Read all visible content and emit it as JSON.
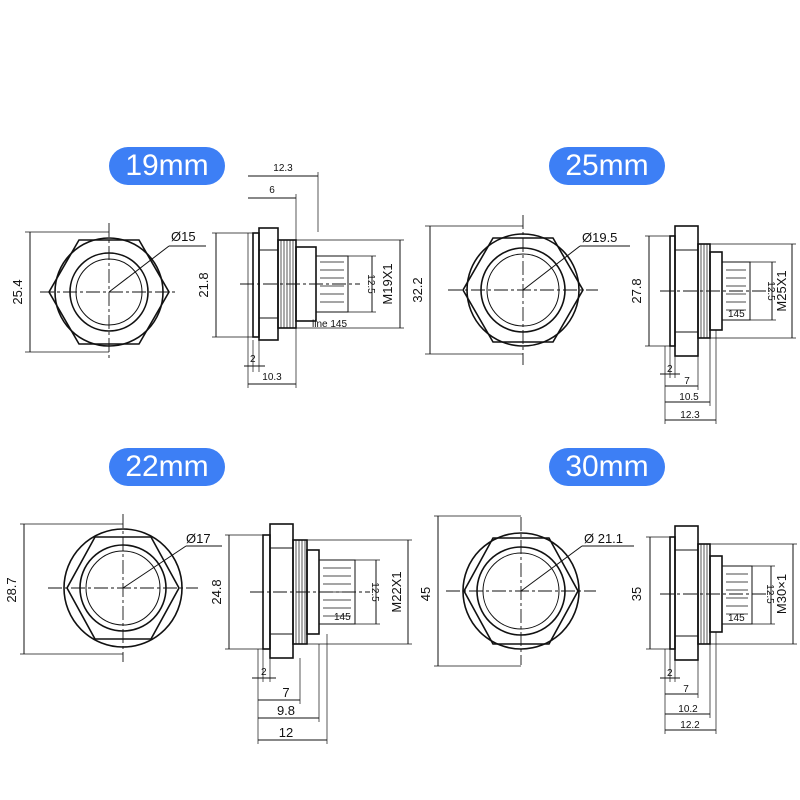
{
  "sections": [
    {
      "size_label": "19mm",
      "front": {
        "width": "25.4",
        "diameter": "Ø15"
      },
      "side": {
        "height": "21.8",
        "thread": "M19X1",
        "top_total": "12.3",
        "top_part": "6",
        "inner_h": "12.5",
        "wire": "line 145",
        "flange": "2",
        "bottom_total": "10.3"
      }
    },
    {
      "size_label": "25mm",
      "front": {
        "width": "32.2",
        "diameter": "Ø19.5"
      },
      "side": {
        "height": "27.8",
        "thread": "M25X1",
        "inner_h": "12.5",
        "wire": "145",
        "flange": "2",
        "b1": "7",
        "b2": "10.5",
        "b3": "12.3"
      }
    },
    {
      "size_label": "22mm",
      "front": {
        "width": "28.7",
        "diameter": "Ø17"
      },
      "side": {
        "height": "24.8",
        "thread": "M22X1",
        "inner_h": "12.5",
        "wire": "145",
        "flange": "2",
        "b1": "7",
        "b2": "9.8",
        "b3": "12"
      }
    },
    {
      "size_label": "30mm",
      "front": {
        "width": "45",
        "diameter": "Ø 21.1"
      },
      "side": {
        "height": "35",
        "thread": "M30×1",
        "inner_h": "12.5",
        "wire": "145",
        "flange": "2",
        "b1": "7",
        "b2": "10.2",
        "b3": "12.2"
      }
    }
  ]
}
